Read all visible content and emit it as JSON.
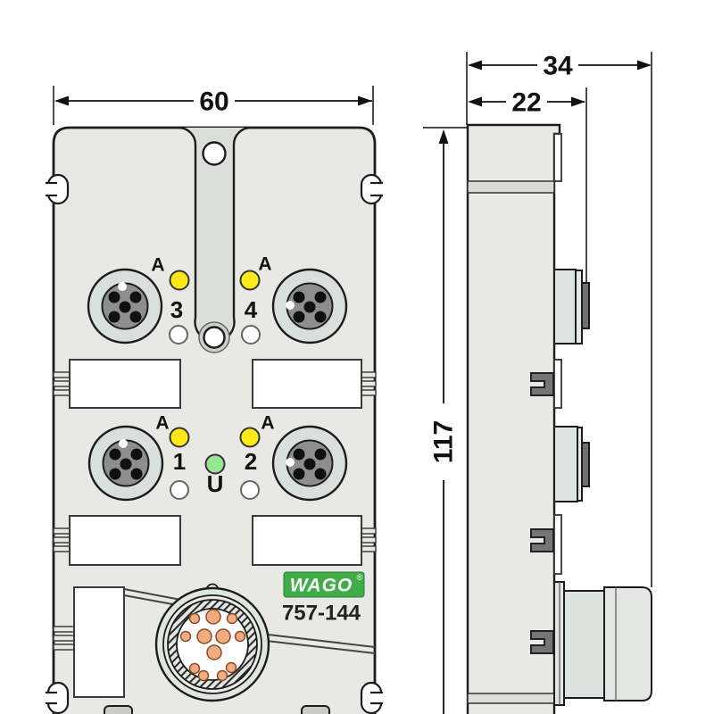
{
  "dimensions": {
    "width": "60",
    "depth_total": "34",
    "depth_body": "22",
    "height": "117"
  },
  "front": {
    "led_rows": [
      {
        "marker_left": "A",
        "marker_right": "A",
        "num_left": "3",
        "num_right": "4"
      },
      {
        "marker_left": "A",
        "marker_right": "A",
        "num_left": "1",
        "num_right": "2",
        "center_label": "U"
      }
    ]
  },
  "brand": {
    "logo_text": "WAGO",
    "registered": "®",
    "part_number": "757-144"
  },
  "colors": {
    "led_yellow": "#ffe81a",
    "led_green": "#95e795",
    "logo_green": "#3fae49",
    "pin_orange": "#f3ab80",
    "body_gray": "#e8e9e4"
  }
}
